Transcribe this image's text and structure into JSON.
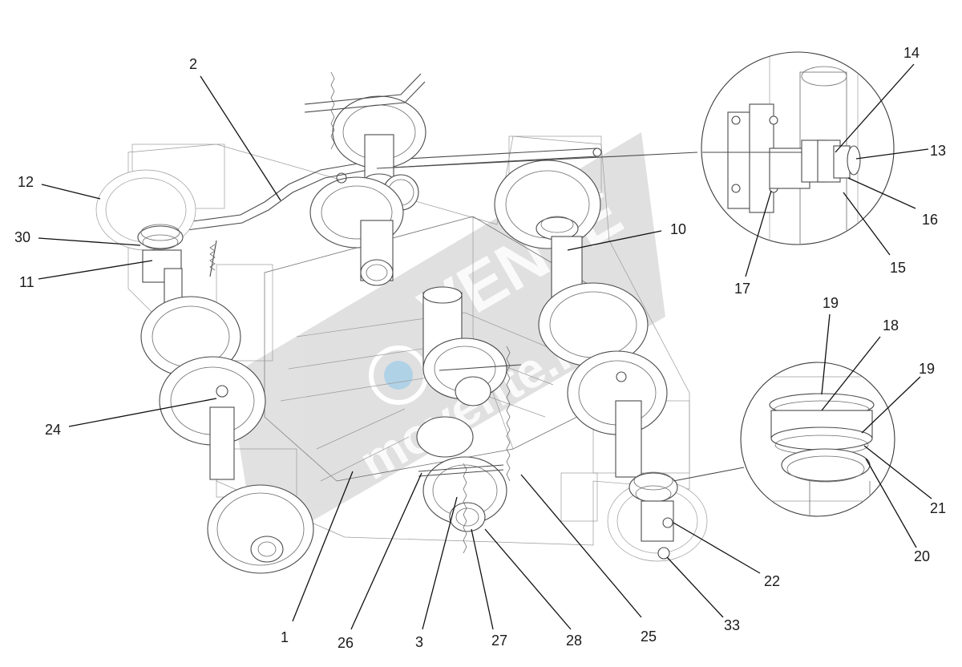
{
  "watermark": {
    "brand": "VENTE",
    "domain": "movente.ru",
    "color": "#c8c8c8",
    "accent": "#4aa3d8"
  },
  "labels": [
    {
      "id": "1",
      "text": "1"
    },
    {
      "id": "2",
      "text": "2"
    },
    {
      "id": "3",
      "text": "3"
    },
    {
      "id": "10",
      "text": "10"
    },
    {
      "id": "11",
      "text": "11"
    },
    {
      "id": "12",
      "text": "12"
    },
    {
      "id": "13",
      "text": "13"
    },
    {
      "id": "14",
      "text": "14"
    },
    {
      "id": "15",
      "text": "15"
    },
    {
      "id": "16",
      "text": "16"
    },
    {
      "id": "17",
      "text": "17"
    },
    {
      "id": "18",
      "text": "18"
    },
    {
      "id": "19a",
      "text": "19"
    },
    {
      "id": "19b",
      "text": "19"
    },
    {
      "id": "20",
      "text": "20"
    },
    {
      "id": "21",
      "text": "21"
    },
    {
      "id": "22",
      "text": "22"
    },
    {
      "id": "24",
      "text": "24"
    },
    {
      "id": "25",
      "text": "25"
    },
    {
      "id": "26",
      "text": "26"
    },
    {
      "id": "27",
      "text": "27"
    },
    {
      "id": "28",
      "text": "28"
    },
    {
      "id": "30",
      "text": "30"
    },
    {
      "id": "33",
      "text": "33"
    }
  ]
}
